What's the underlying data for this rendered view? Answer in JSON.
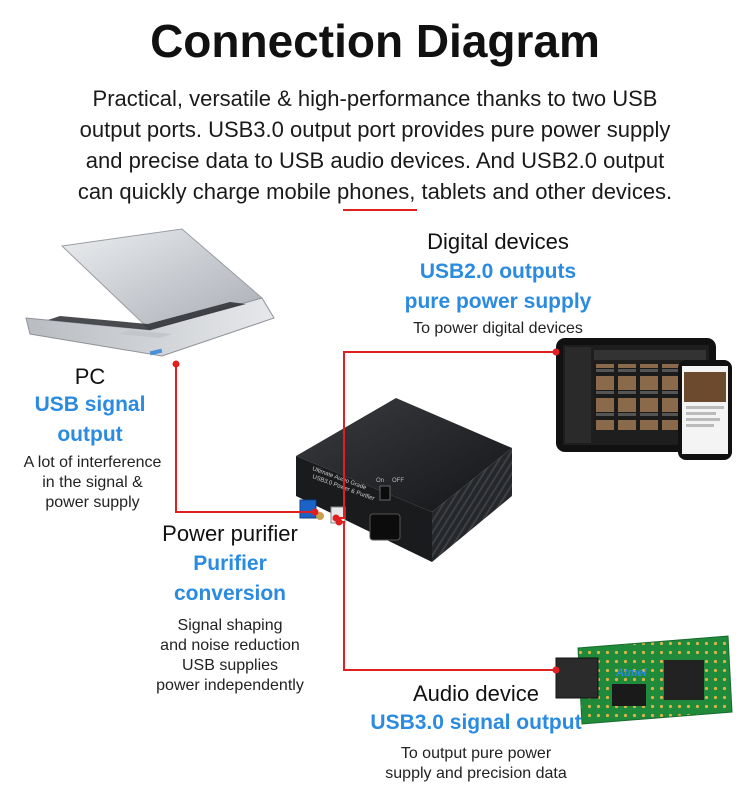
{
  "title": "Connection Diagram",
  "intro": [
    "Practical, versatile & high-performance thanks to two USB",
    "output ports. USB3.0 output port provides pure power supply",
    "and precise data to USB audio devices. And USB2.0 output",
    "can quickly charge mobile phones, tablets and other devices."
  ],
  "pc": {
    "name": "PC",
    "subtitle": [
      "USB signal",
      "output"
    ],
    "note": [
      "A lot of interference",
      "in the signal &",
      "power supply"
    ]
  },
  "purifier": {
    "name": "Power purifier",
    "subtitle": [
      "Purifier",
      "conversion"
    ],
    "note": [
      "Signal shaping",
      "and noise reduction",
      "USB supplies",
      "power independently"
    ],
    "device_label": [
      "Ultimate Audio Grade",
      "USB3.0 Power & Purifier"
    ],
    "switch_on": "On",
    "switch_off": "OFF"
  },
  "digital": {
    "name": "Digital devices",
    "subtitle": [
      "USB2.0 outputs",
      "pure power supply"
    ],
    "note": "To power digital devices"
  },
  "audio": {
    "name": "Audio device",
    "subtitle": "USB3.0 signal output",
    "note": [
      "To output pure power",
      "supply and precision data"
    ],
    "chip_brand": "Atmel"
  },
  "colors": {
    "accent": "#2a8be0",
    "line": "#e02020"
  }
}
